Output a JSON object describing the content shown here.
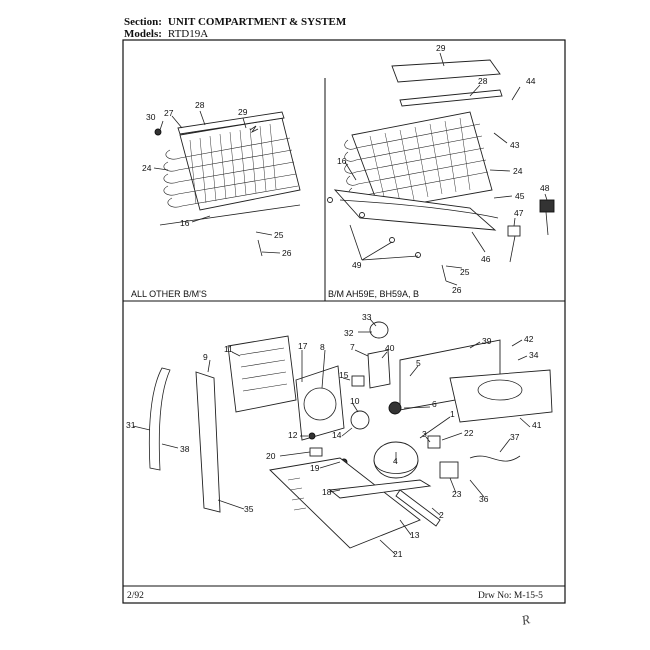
{
  "header": {
    "section_label": "Section:",
    "section_value": "UNIT COMPARTMENT & SYSTEM",
    "models_label": "Models:",
    "models_value": "RTD19A"
  },
  "panels": {
    "left_caption": "ALL OTHER B/M'S",
    "right_caption": "B/M AH59E, BH59A, B"
  },
  "footer": {
    "date": "2/92",
    "drawing_no": "Drw No: M-15-5"
  },
  "margin_mark": "R",
  "callouts": {
    "left_panel": [
      "30",
      "27",
      "28",
      "29",
      "24",
      "16",
      "25",
      "26"
    ],
    "right_panel": [
      "29",
      "28",
      "44",
      "43",
      "16",
      "24",
      "45",
      "48",
      "47",
      "49",
      "46",
      "25",
      "26"
    ],
    "lower_panel": [
      "33",
      "32",
      "39",
      "42",
      "34",
      "9",
      "11",
      "17",
      "8",
      "7",
      "40",
      "15",
      "5",
      "10",
      "6",
      "41",
      "1",
      "31",
      "12",
      "14",
      "3",
      "22",
      "37",
      "38",
      "20",
      "19",
      "4",
      "18",
      "23",
      "36",
      "2",
      "35",
      "13",
      "21"
    ]
  }
}
